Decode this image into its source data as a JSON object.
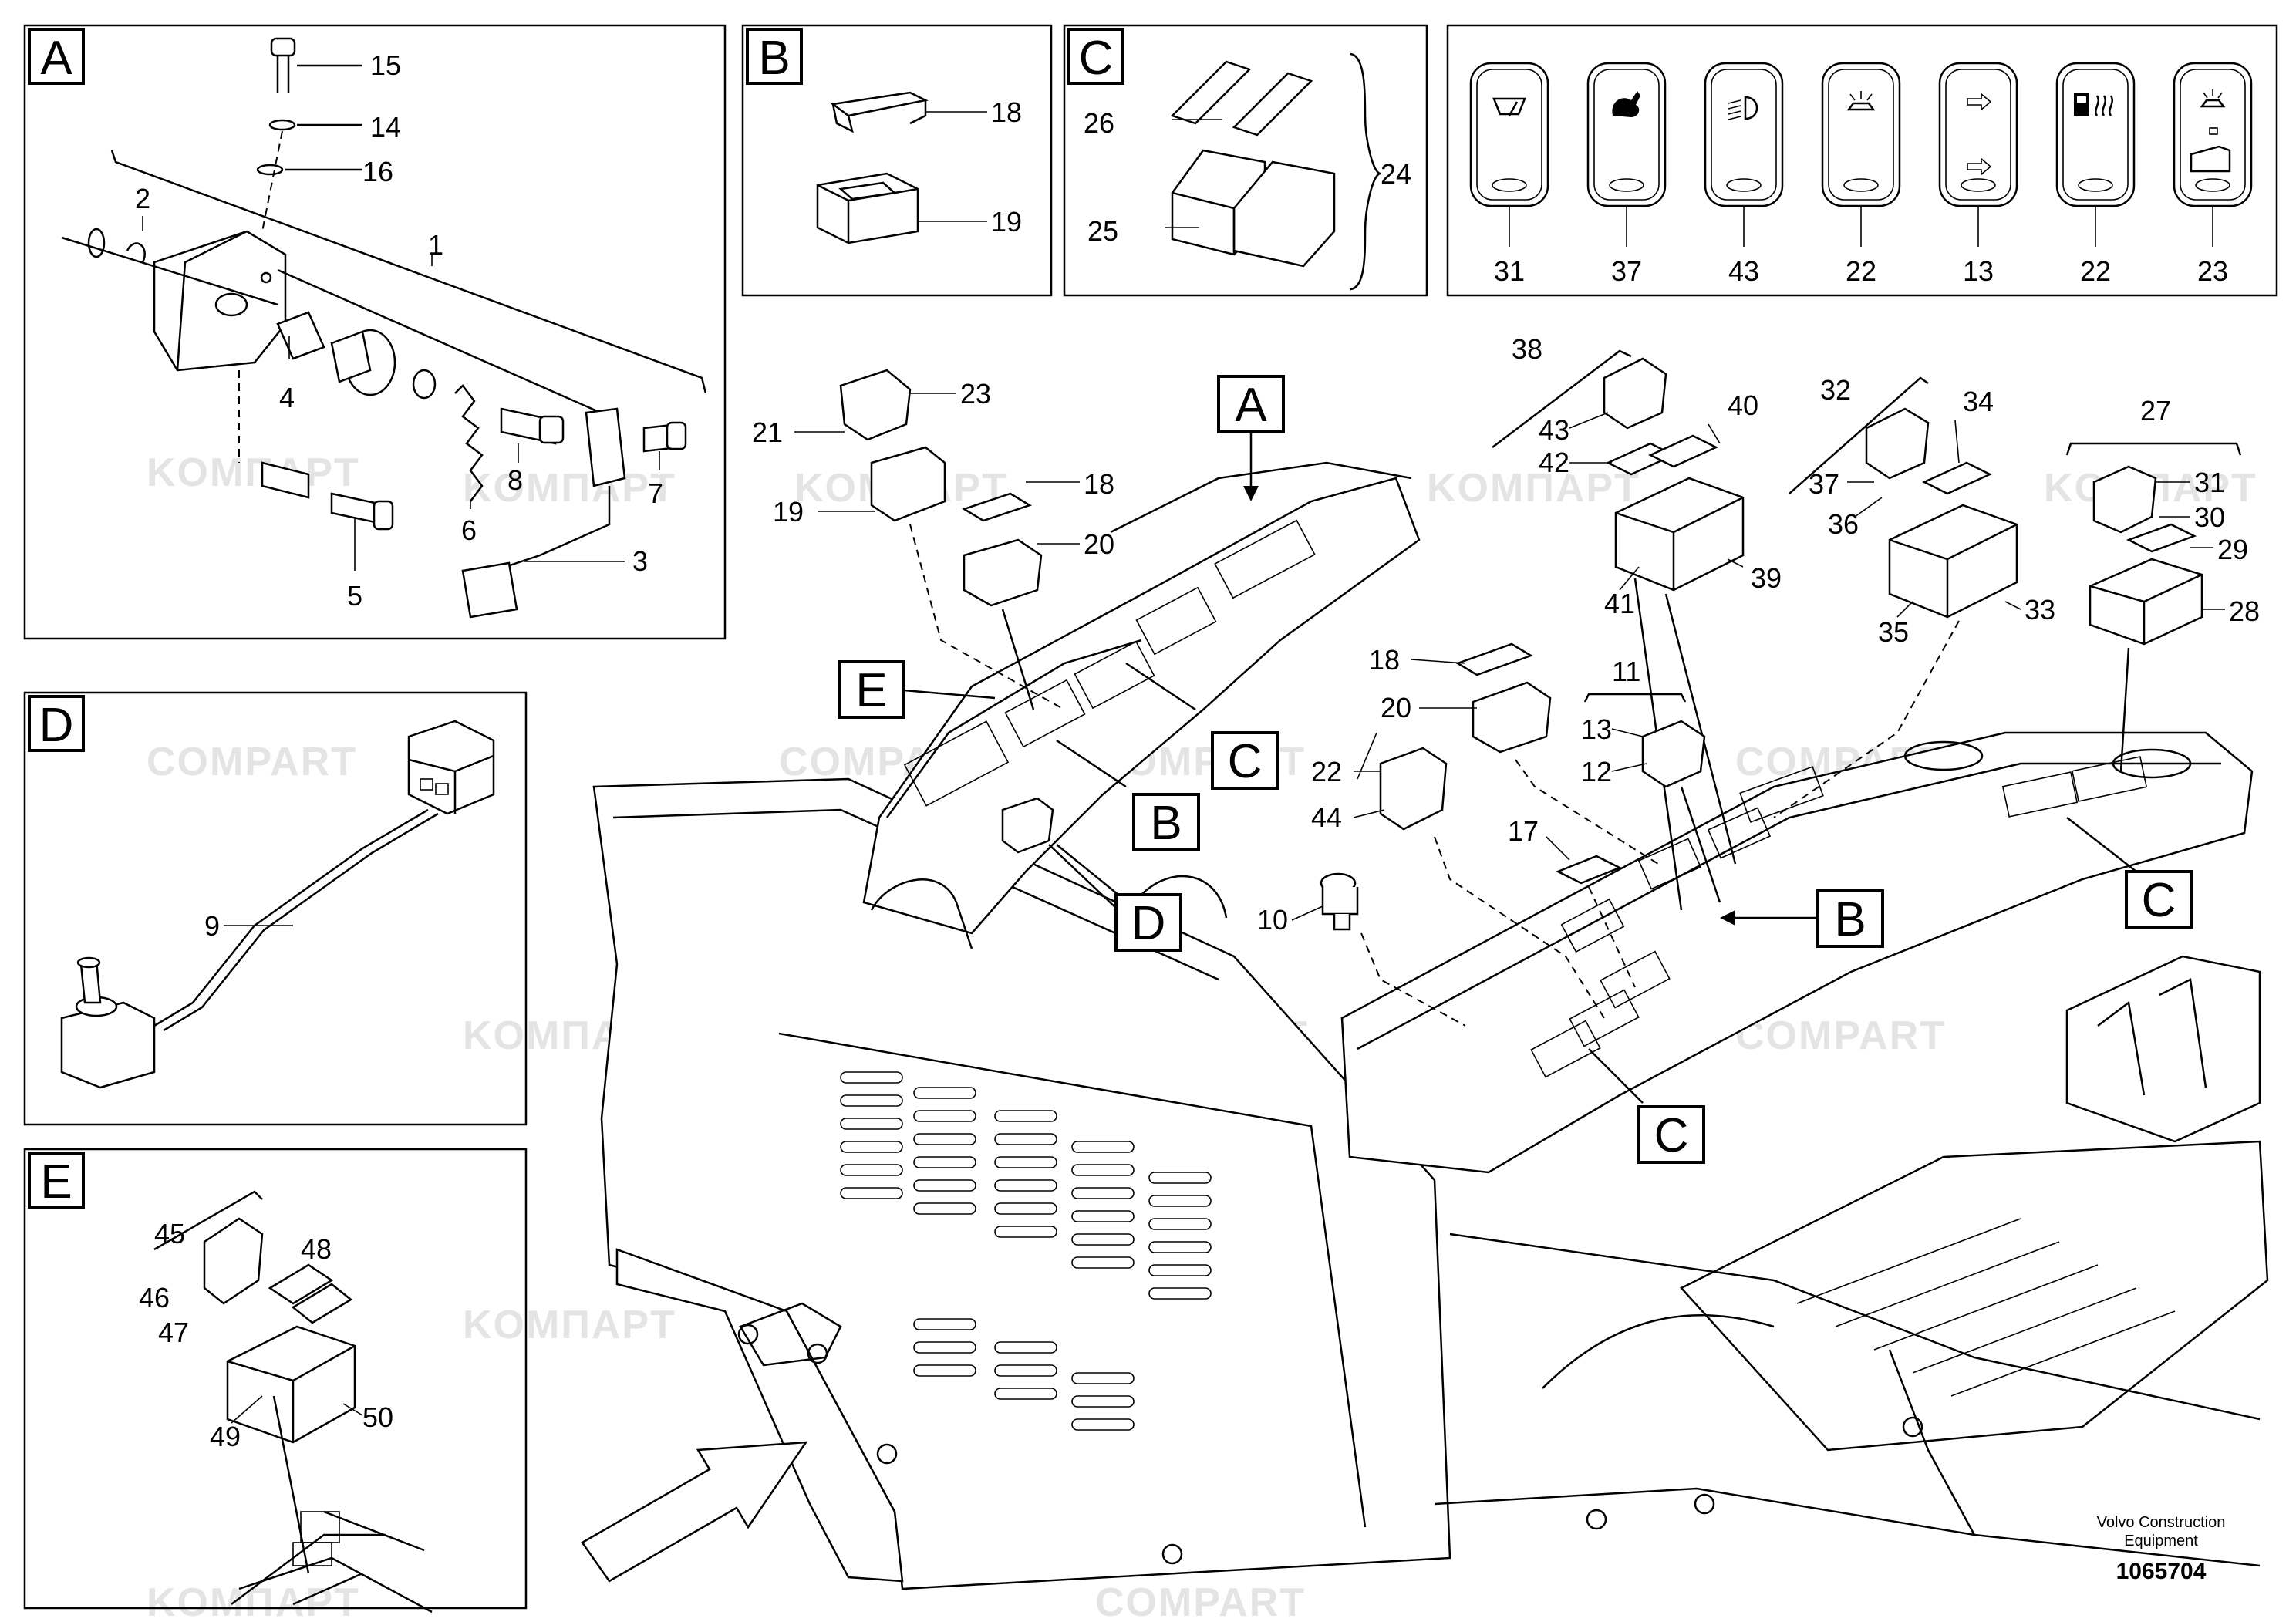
{
  "watermarks": [
    "KOMΠAPT",
    "COMPART"
  ],
  "panels": {
    "A": {
      "letter": "A",
      "labels": [
        "15",
        "14",
        "16",
        "2",
        "1",
        "4",
        "6",
        "8",
        "7",
        "3",
        "5"
      ]
    },
    "B": {
      "letter": "B",
      "labels": [
        "18",
        "19"
      ]
    },
    "C": {
      "letter": "C",
      "labels": [
        "26",
        "24",
        "25"
      ]
    },
    "D": {
      "letter": "D",
      "labels": [
        "9"
      ]
    },
    "E": {
      "letter": "E",
      "labels": [
        "45",
        "48",
        "46",
        "47",
        "49",
        "50"
      ]
    }
  },
  "switch_panel": {
    "switches": [
      {
        "number": "31",
        "icon": "wiper-icon"
      },
      {
        "number": "37",
        "icon": "rabbit-icon"
      },
      {
        "number": "43",
        "icon": "work-light-icon"
      },
      {
        "number": "22",
        "icon": "cab-light-icon"
      },
      {
        "number": "13",
        "icon": "hydraulic-icon"
      },
      {
        "number": "22",
        "icon": "fuel-heater-icon"
      },
      {
        "number": "23",
        "icon": "interior-light-icon"
      }
    ]
  },
  "main": {
    "callouts": [
      "A",
      "E",
      "C",
      "B",
      "D",
      "B",
      "C",
      "C"
    ],
    "numbers": [
      "23",
      "21",
      "18",
      "19",
      "20",
      "38",
      "43",
      "42",
      "40",
      "41",
      "39",
      "32",
      "34",
      "37",
      "36",
      "35",
      "33",
      "27",
      "31",
      "30",
      "29",
      "28",
      "18",
      "20",
      "11",
      "13",
      "12",
      "22",
      "44",
      "17",
      "10"
    ]
  },
  "footer": {
    "company_line1": "Volvo Construction",
    "company_line2": "Equipment",
    "doc_number": "1065704"
  }
}
